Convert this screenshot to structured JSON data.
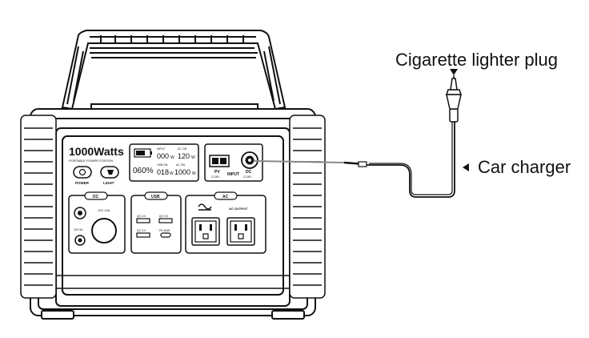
{
  "labels": {
    "plug": "Cigarette lighter plug",
    "charger": "Car charger"
  },
  "panel": {
    "brand": "1000Watts",
    "brand_sub": "PORTABLE POWER STATION",
    "btn_power": "POWER",
    "btn_light": "LIGHT",
    "display": {
      "battery_pct": "060%",
      "input_label": "INPUT",
      "input_value": "000",
      "input_unit": "W",
      "dc_on_label": "DC ON",
      "dc_on_value": "120",
      "dc_on_unit": "W",
      "usb_on_label": "USB ON",
      "usb_on_value": "018",
      "usb_on_unit": "W",
      "ac_on_label": "AC ON",
      "ac_on_value": "1000",
      "ac_on_unit": "W"
    },
    "input_panel": {
      "pv_label": "PV",
      "pv_sub": "12-28V",
      "input_label": "INPUT",
      "dc_label": "DC",
      "dc_sub": "12-28V"
    },
    "sections": {
      "dc": "DC",
      "usb": "USB",
      "ac": "AC",
      "dc_port_label": "12V 10A",
      "dc_small_port": "12V 5A",
      "usb_qc1": "QC 3.0",
      "usb_qc2": "QC 3.0",
      "usb_qc3": "QC 3.0",
      "usb_pd": "PD 60W",
      "ac_output": "AC OUTPUT"
    }
  }
}
